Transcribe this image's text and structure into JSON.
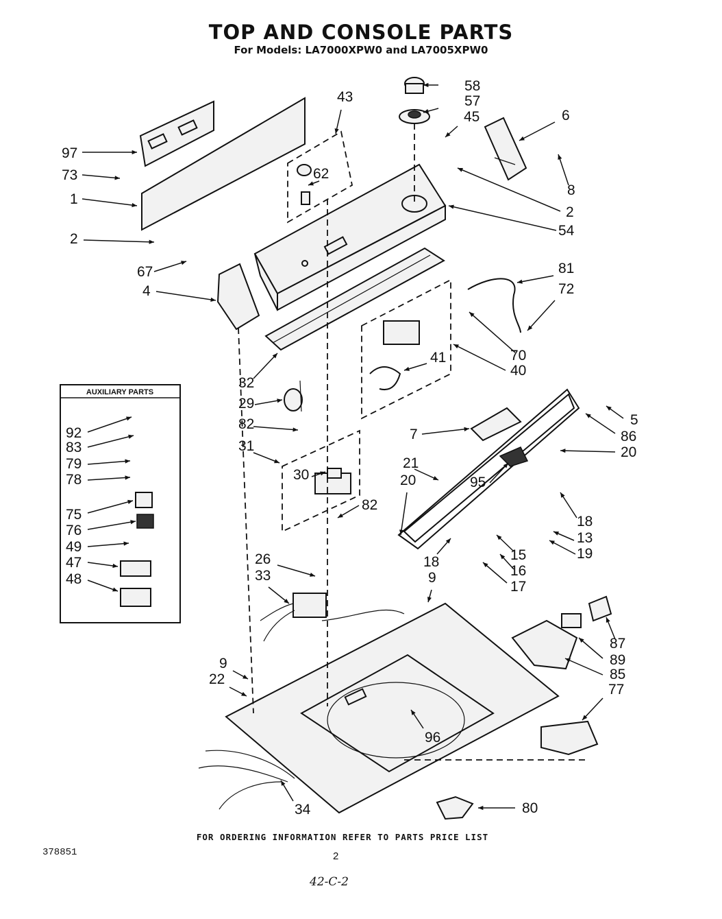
{
  "title": "TOP AND CONSOLE PARTS",
  "subtitle": "For Models: LA7000XPW0 and LA7005XPW0",
  "aux_box_title": "AUXILIARY PARTS",
  "footer": "FOR ORDERING INFORMATION REFER TO PARTS PRICE LIST",
  "doc_number": "378851",
  "page_number": "2",
  "handwritten_note": "42-C-2",
  "callouts": [
    {
      "id": "58",
      "text": "58"
    },
    {
      "id": "57",
      "text": "57"
    },
    {
      "id": "45",
      "text": "45"
    },
    {
      "id": "6",
      "text": "6"
    },
    {
      "id": "43",
      "text": "43"
    },
    {
      "id": "97",
      "text": "97"
    },
    {
      "id": "73",
      "text": "73"
    },
    {
      "id": "62",
      "text": "62"
    },
    {
      "id": "8",
      "text": "8"
    },
    {
      "id": "1",
      "text": "1"
    },
    {
      "id": "2a",
      "text": "2"
    },
    {
      "id": "54",
      "text": "54"
    },
    {
      "id": "2b",
      "text": "2"
    },
    {
      "id": "67",
      "text": "67"
    },
    {
      "id": "81",
      "text": "81"
    },
    {
      "id": "4",
      "text": "4"
    },
    {
      "id": "72",
      "text": "72"
    },
    {
      "id": "70",
      "text": "70"
    },
    {
      "id": "41",
      "text": "41"
    },
    {
      "id": "40",
      "text": "40"
    },
    {
      "id": "32",
      "text": "32"
    },
    {
      "id": "29",
      "text": "29"
    },
    {
      "id": "82a",
      "text": "82"
    },
    {
      "id": "5",
      "text": "5"
    },
    {
      "id": "7",
      "text": "7"
    },
    {
      "id": "86",
      "text": "86"
    },
    {
      "id": "20a",
      "text": "20"
    },
    {
      "id": "31",
      "text": "31"
    },
    {
      "id": "21",
      "text": "21"
    },
    {
      "id": "20b",
      "text": "20"
    },
    {
      "id": "30",
      "text": "30"
    },
    {
      "id": "95",
      "text": "95"
    },
    {
      "id": "82b",
      "text": "82"
    },
    {
      "id": "18a",
      "text": "18"
    },
    {
      "id": "13",
      "text": "13"
    },
    {
      "id": "19",
      "text": "19"
    },
    {
      "id": "15",
      "text": "15"
    },
    {
      "id": "16",
      "text": "16"
    },
    {
      "id": "17",
      "text": "17"
    },
    {
      "id": "18b",
      "text": "18"
    },
    {
      "id": "9a",
      "text": "9"
    },
    {
      "id": "26",
      "text": "26"
    },
    {
      "id": "33",
      "text": "33"
    },
    {
      "id": "87",
      "text": "87"
    },
    {
      "id": "89",
      "text": "89"
    },
    {
      "id": "85",
      "text": "85"
    },
    {
      "id": "9b",
      "text": "9"
    },
    {
      "id": "22",
      "text": "22"
    },
    {
      "id": "77",
      "text": "77"
    },
    {
      "id": "96",
      "text": "96"
    },
    {
      "id": "34",
      "text": "34"
    },
    {
      "id": "80",
      "text": "80"
    },
    {
      "id": "92",
      "text": "92"
    },
    {
      "id": "83",
      "text": "83"
    },
    {
      "id": "79",
      "text": "79"
    },
    {
      "id": "78",
      "text": "78"
    },
    {
      "id": "75",
      "text": "75"
    },
    {
      "id": "76",
      "text": "76"
    },
    {
      "id": "49",
      "text": "49"
    },
    {
      "id": "47",
      "text": "47"
    },
    {
      "id": "48",
      "text": "48"
    }
  ]
}
